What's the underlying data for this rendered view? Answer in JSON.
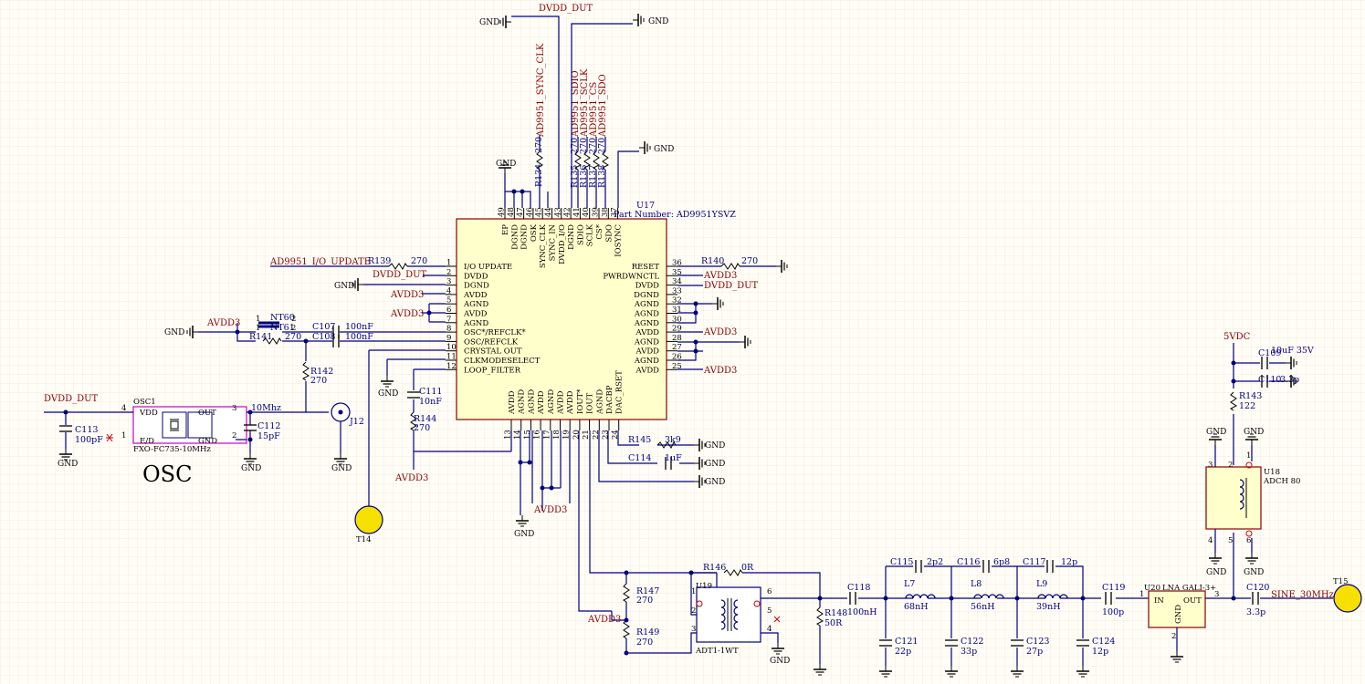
{
  "colors": {
    "background": "#fffdf6",
    "grid": "#e9e4d6",
    "wire": "#000080",
    "net": "#8b0000",
    "ic_fill": "#ffffcc",
    "test_point": "#f5e000",
    "osc_border": "#cc00cc"
  },
  "nets": {
    "dvdd_dut": "DVDD_DUT",
    "gnd": "GND",
    "avdd3": "AVDD3",
    "vdc5": "5VDC",
    "io_update": "AD9951_I/O_UPDATE",
    "sync_clk": "AD9951_SYNC_CLK",
    "sdio": "AD9951_SDIO",
    "sclk": "AD9951_SCLK",
    "cs": "AD9951_CS",
    "sdo": "AD9951_SDO",
    "mhz10": "10Mhz",
    "sine_out": "SINE_30MHz"
  },
  "u17": {
    "ref": "U17",
    "part": "Part Number: AD9951YSVZ",
    "left_pins": [
      {
        "num": "1",
        "name": "I/O UPDATE"
      },
      {
        "num": "2",
        "name": "DVDD"
      },
      {
        "num": "3",
        "name": "DGND"
      },
      {
        "num": "4",
        "name": "AVDD"
      },
      {
        "num": "5",
        "name": "AGND"
      },
      {
        "num": "6",
        "name": "AVDD"
      },
      {
        "num": "7",
        "name": "AGND"
      },
      {
        "num": "8",
        "name": "OSC*/REFCLK*"
      },
      {
        "num": "9",
        "name": "OSC/REFCLK"
      },
      {
        "num": "10",
        "name": "CRYSTAL OUT"
      },
      {
        "num": "11",
        "name": "CLKMODESELECT"
      },
      {
        "num": "12",
        "name": "LOOP_FILTER"
      }
    ],
    "right_pins": [
      {
        "num": "36",
        "name": "RESET"
      },
      {
        "num": "35",
        "name": "PWRDWNCTL"
      },
      {
        "num": "34",
        "name": "DVDD"
      },
      {
        "num": "33",
        "name": "DGND"
      },
      {
        "num": "32",
        "name": "AGND"
      },
      {
        "num": "31",
        "name": "AGND"
      },
      {
        "num": "30",
        "name": "AGND"
      },
      {
        "num": "29",
        "name": "AVDD"
      },
      {
        "num": "28",
        "name": "AGND"
      },
      {
        "num": "27",
        "name": "AVDD"
      },
      {
        "num": "26",
        "name": "AGND"
      },
      {
        "num": "25",
        "name": "AVDD"
      }
    ],
    "top_pins": [
      {
        "num": "49",
        "name": "EP"
      },
      {
        "num": "48",
        "name": "DGND"
      },
      {
        "num": "47",
        "name": "DGND"
      },
      {
        "num": "46",
        "name": "OSK"
      },
      {
        "num": "45",
        "name": "SYNC_CLK"
      },
      {
        "num": "44",
        "name": "SYNC_IN"
      },
      {
        "num": "43",
        "name": "DVDD_I/O"
      },
      {
        "num": "42",
        "name": "DGND"
      },
      {
        "num": "41",
        "name": "SDIO"
      },
      {
        "num": "40",
        "name": "SCLK"
      },
      {
        "num": "39",
        "name": "CS*"
      },
      {
        "num": "38",
        "name": "SDO"
      },
      {
        "num": "37",
        "name": "IOSYNC"
      }
    ],
    "bottom_pins": [
      {
        "num": "13",
        "name": "AVDD"
      },
      {
        "num": "14",
        "name": "AGND"
      },
      {
        "num": "15",
        "name": "AGND"
      },
      {
        "num": "16",
        "name": "AVDD"
      },
      {
        "num": "17",
        "name": "AGND"
      },
      {
        "num": "18",
        "name": "AVDD"
      },
      {
        "num": "19",
        "name": "AVDD"
      },
      {
        "num": "20",
        "name": "IOUT*"
      },
      {
        "num": "21",
        "name": "IOUT"
      },
      {
        "num": "22",
        "name": "AGND"
      },
      {
        "num": "23",
        "name": "DACBP"
      },
      {
        "num": "24",
        "name": "DAC_RSET"
      }
    ]
  },
  "resistors": {
    "r139": {
      "ref": "R139",
      "val": "270"
    },
    "r140": {
      "ref": "R140",
      "val": "270"
    },
    "r141": {
      "ref": "R141",
      "val": "270"
    },
    "r142": {
      "ref": "R142",
      "val": "270"
    },
    "r144": {
      "ref": "R144",
      "val": "270"
    },
    "r145": {
      "ref": "R145",
      "val": "3k9"
    },
    "r146": {
      "ref": "R146",
      "val": "0R"
    },
    "r147": {
      "ref": "R147",
      "val": "270"
    },
    "r148": {
      "ref": "R148",
      "val": "50R"
    },
    "r149": {
      "ref": "R149",
      "val": "270"
    },
    "r143": {
      "ref": "R143",
      "val": "122"
    },
    "r134": {
      "ref": "R134",
      "val": "270"
    },
    "r135": {
      "ref": "R135",
      "val": "270"
    },
    "r136": {
      "ref": "R136",
      "val": "270"
    },
    "r137": {
      "ref": "R137",
      "val": "270"
    },
    "r138": {
      "ref": "R138",
      "val": "270"
    }
  },
  "capacitors": {
    "c107": {
      "ref": "C107",
      "val": "100nF"
    },
    "c108": {
      "ref": "C108",
      "val": "100nF"
    },
    "c111": {
      "ref": "C111",
      "val": "10nF"
    },
    "c112": {
      "ref": "C112",
      "val": "15pF"
    },
    "c113": {
      "ref": "C113",
      "val": "100pF"
    },
    "c114": {
      "ref": "C114",
      "val": "1uF"
    },
    "c118": {
      "ref": "C118",
      "val": "100nH"
    },
    "c119": {
      "ref": "C119",
      "val": "100p"
    },
    "c120": {
      "ref": "C120",
      "val": "3.3p"
    },
    "c115": {
      "ref": "C115",
      "val": "2p2"
    },
    "c116": {
      "ref": "C116",
      "val": "6p8"
    },
    "c117": {
      "ref": "C117",
      "val": "12p"
    },
    "c121": {
      "ref": "C121",
      "val": "22p"
    },
    "c122": {
      "ref": "C122",
      "val": "33p"
    },
    "c123": {
      "ref": "C123",
      "val": "27p"
    },
    "c124": {
      "ref": "C124",
      "val": "12p"
    },
    "c109": {
      "ref": "C109",
      "val": "10uF 35V"
    },
    "c110": {
      "ref": "C110",
      "val": "3.3p"
    }
  },
  "inductors": {
    "l7": {
      "ref": "L7",
      "val": "68nH"
    },
    "l8": {
      "ref": "L8",
      "val": "56nH"
    },
    "l9": {
      "ref": "L9",
      "val": "39nH"
    }
  },
  "nettie": {
    "nt60": "NT60",
    "nt61": "NT61",
    "n1": "1",
    "n2": "2"
  },
  "osc": {
    "ref": "OSC1",
    "part": "FXO-FC735-10MHz",
    "vdd": "VDD",
    "out": "OUT",
    "ed": "E/D",
    "gnd": "GND",
    "title": "OSC",
    "pin4": "4",
    "pin3": "3",
    "pin2": "2",
    "pin1": "1"
  },
  "j12": "J12",
  "t14": "T14",
  "t15": "T15",
  "u19": {
    "ref": "U19",
    "part": "ADT1-1WT",
    "p1": "1",
    "p2": "2",
    "p3": "3",
    "p4": "4",
    "p5": "5",
    "p6": "6"
  },
  "u20": {
    "ref": "U20",
    "part": "LNA GALI-3+",
    "in": "IN",
    "out": "OUT",
    "gnd": "GND",
    "p1": "1",
    "p2": "2",
    "p3": "3"
  },
  "u18": {
    "ref": "U18",
    "part": "ADCH 80",
    "p1": "1",
    "p2": "2",
    "p3": "3",
    "p4": "4",
    "p5": "5",
    "p6": "6"
  }
}
